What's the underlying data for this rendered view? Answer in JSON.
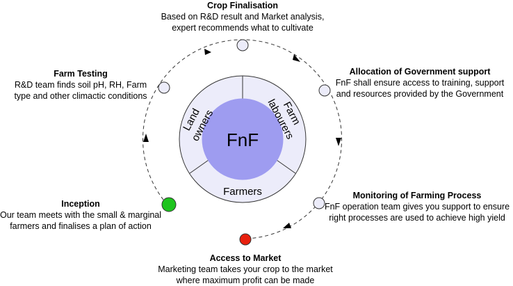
{
  "center": {
    "label": "FnF",
    "segments": [
      "Land owners",
      "Farm labourers",
      "Farmers"
    ]
  },
  "steps": [
    {
      "title": "Crop Finalisation",
      "lines": [
        "Based on R&D result and Market analysis,",
        "expert recommends what to cultivate"
      ]
    },
    {
      "title": "Allocation of Government support",
      "lines": [
        "FnF shall ensure access to training, support",
        "and resources provided by the Government"
      ]
    },
    {
      "title": "Monitoring of Farming Process",
      "lines": [
        "FnF operation team gives you support to ensure",
        "right processes are used to achieve high yield"
      ]
    },
    {
      "title": "Access to Market",
      "lines": [
        "Marketing team takes your crop to the market",
        "where maximum profit can be made"
      ]
    },
    {
      "title": "Inception",
      "lines": [
        "Our team meets with the small & marginal",
        "farmers and finalises a plan of action"
      ]
    },
    {
      "title": "Farm Testing",
      "lines": [
        "R&D team finds soil pH, RH, Farm",
        "type and other climactic conditions"
      ]
    }
  ],
  "colors": {
    "core": "#9e9cf0",
    "ring": "#ececfa",
    "node": "#ececfa",
    "start_node": "#1ec41e",
    "market_node": "#e8200e"
  }
}
